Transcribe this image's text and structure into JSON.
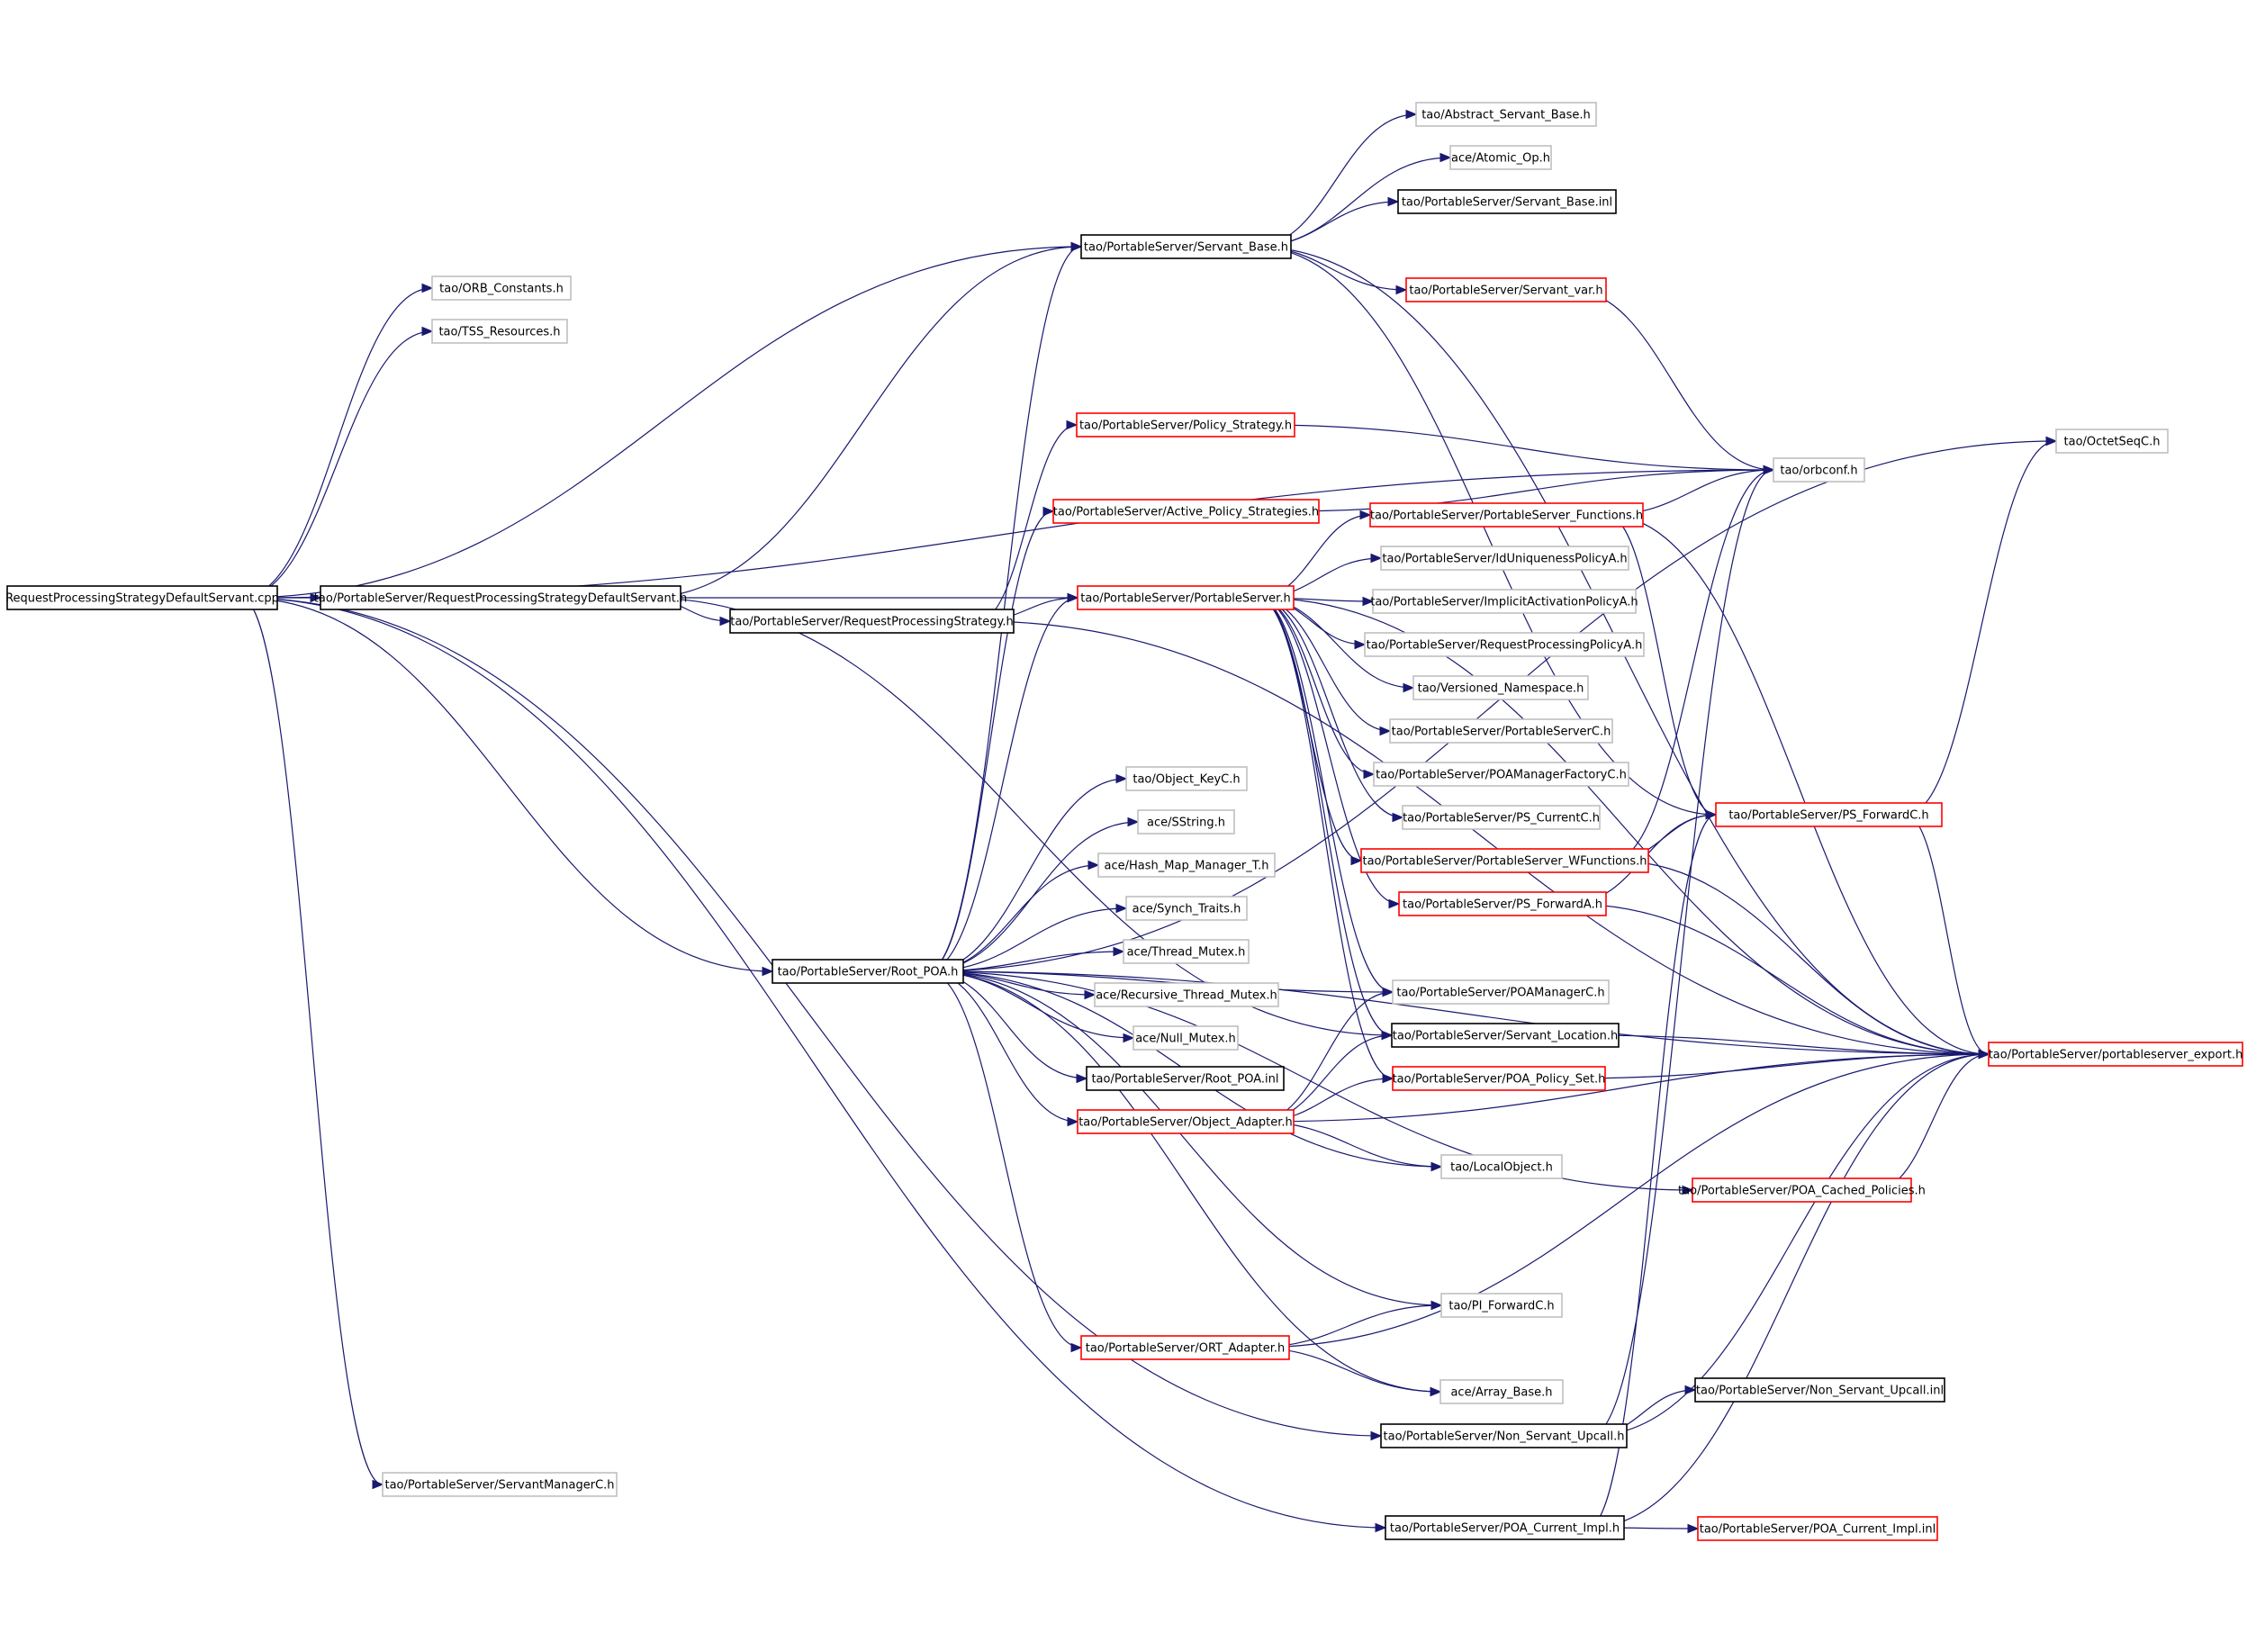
{
  "graph": {
    "colors": {
      "edge": "#191970",
      "highlight_fill": "#bfbfbf",
      "border": {
        "black": "#000000",
        "gray": "#bfbfbf",
        "red": "#ff0000"
      }
    },
    "nodes": [
      {
        "id": "root",
        "label": "RequestProcessingStrategyDefaultServant.cpp",
        "style": "highlight"
      },
      {
        "id": "rpsds",
        "label": "tao/PortableServer/RequestProcessingStrategyDefaultServant.h",
        "style": "black"
      },
      {
        "id": "rps",
        "label": "tao/PortableServer/RequestProcessingStrategy.h",
        "style": "black"
      },
      {
        "id": "orbconst",
        "label": "tao/ORB_Constants.h",
        "style": "gray"
      },
      {
        "id": "tss",
        "label": "tao/TSS_Resources.h",
        "style": "gray"
      },
      {
        "id": "smc",
        "label": "tao/PortableServer/ServantManagerC.h",
        "style": "gray"
      },
      {
        "id": "sb",
        "label": "tao/PortableServer/Servant_Base.h",
        "style": "black"
      },
      {
        "id": "asb",
        "label": "tao/Abstract_Servant_Base.h",
        "style": "gray"
      },
      {
        "id": "aop",
        "label": "ace/Atomic_Op.h",
        "style": "gray"
      },
      {
        "id": "sbinl",
        "label": "tao/PortableServer/Servant_Base.inl",
        "style": "black"
      },
      {
        "id": "svar",
        "label": "tao/PortableServer/Servant_var.h",
        "style": "red"
      },
      {
        "id": "pstrat",
        "label": "tao/PortableServer/Policy_Strategy.h",
        "style": "red"
      },
      {
        "id": "apstrat",
        "label": "tao/PortableServer/Active_Policy_Strategies.h",
        "style": "red"
      },
      {
        "id": "ps",
        "label": "tao/PortableServer/PortableServer.h",
        "style": "red"
      },
      {
        "id": "rootpoa",
        "label": "tao/PortableServer/Root_POA.h",
        "style": "black"
      },
      {
        "id": "psfunc",
        "label": "tao/PortableServer/PortableServer_Functions.h",
        "style": "red"
      },
      {
        "id": "iduniq",
        "label": "tao/PortableServer/IdUniquenessPolicyA.h",
        "style": "gray"
      },
      {
        "id": "implact",
        "label": "tao/PortableServer/ImplicitActivationPolicyA.h",
        "style": "gray"
      },
      {
        "id": "reqproc",
        "label": "tao/PortableServer/RequestProcessingPolicyA.h",
        "style": "gray"
      },
      {
        "id": "vns",
        "label": "tao/Versioned_Namespace.h",
        "style": "gray"
      },
      {
        "id": "psc",
        "label": "tao/PortableServer/PortableServerC.h",
        "style": "gray"
      },
      {
        "id": "poamfc",
        "label": "tao/PortableServer/POAManagerFactoryC.h",
        "style": "gray"
      },
      {
        "id": "pscur",
        "label": "tao/PortableServer/PS_CurrentC.h",
        "style": "gray"
      },
      {
        "id": "pswf",
        "label": "tao/PortableServer/PortableServer_WFunctions.h",
        "style": "red"
      },
      {
        "id": "psfa",
        "label": "tao/PortableServer/PS_ForwardA.h",
        "style": "red"
      },
      {
        "id": "poamc",
        "label": "tao/PortableServer/POAManagerC.h",
        "style": "gray"
      },
      {
        "id": "sloc",
        "label": "tao/PortableServer/Servant_Location.h",
        "style": "black"
      },
      {
        "id": "pps",
        "label": "tao/PortableServer/POA_Policy_Set.h",
        "style": "red"
      },
      {
        "id": "oa",
        "label": "tao/PortableServer/Object_Adapter.h",
        "style": "red"
      },
      {
        "id": "okc",
        "label": "tao/Object_KeyC.h",
        "style": "gray"
      },
      {
        "id": "sstr",
        "label": "ace/SString.h",
        "style": "gray"
      },
      {
        "id": "hmm",
        "label": "ace/Hash_Map_Manager_T.h",
        "style": "gray"
      },
      {
        "id": "synch",
        "label": "ace/Synch_Traits.h",
        "style": "gray"
      },
      {
        "id": "tmx",
        "label": "ace/Thread_Mutex.h",
        "style": "gray"
      },
      {
        "id": "rtmx",
        "label": "ace/Recursive_Thread_Mutex.h",
        "style": "gray"
      },
      {
        "id": "nmx",
        "label": "ace/Null_Mutex.h",
        "style": "gray"
      },
      {
        "id": "rpoainl",
        "label": "tao/PortableServer/Root_POA.inl",
        "style": "black"
      },
      {
        "id": "ortad",
        "label": "tao/PortableServer/ORT_Adapter.h",
        "style": "red"
      },
      {
        "id": "orbconf",
        "label": "tao/orbconf.h",
        "style": "gray"
      },
      {
        "id": "octet",
        "label": "tao/OctetSeqC.h",
        "style": "gray"
      },
      {
        "id": "psfc",
        "label": "tao/PortableServer/PS_ForwardC.h",
        "style": "red"
      },
      {
        "id": "pexp",
        "label": "tao/PortableServer/portableserver_export.h",
        "style": "red"
      },
      {
        "id": "lobj",
        "label": "tao/LocalObject.h",
        "style": "gray"
      },
      {
        "id": "pcp",
        "label": "tao/PortableServer/POA_Cached_Policies.h",
        "style": "red"
      },
      {
        "id": "pifc",
        "label": "tao/PI_ForwardC.h",
        "style": "gray"
      },
      {
        "id": "arrb",
        "label": "ace/Array_Base.h",
        "style": "gray"
      },
      {
        "id": "nsu",
        "label": "tao/PortableServer/Non_Servant_Upcall.h",
        "style": "black"
      },
      {
        "id": "nsuinl",
        "label": "tao/PortableServer/Non_Servant_Upcall.inl",
        "style": "black"
      },
      {
        "id": "pci",
        "label": "tao/PortableServer/POA_Current_Impl.h",
        "style": "black"
      },
      {
        "id": "pciinl",
        "label": "tao/PortableServer/POA_Current_Impl.inl",
        "style": "red"
      }
    ],
    "edges": [
      [
        "root",
        "rpsds"
      ],
      [
        "root",
        "orbconst"
      ],
      [
        "root",
        "tss"
      ],
      [
        "root",
        "sb"
      ],
      [
        "root",
        "orbconf"
      ],
      [
        "root",
        "rootpoa"
      ],
      [
        "root",
        "nsu"
      ],
      [
        "root",
        "smc"
      ],
      [
        "root",
        "pci"
      ],
      [
        "rpsds",
        "rps"
      ],
      [
        "rpsds",
        "sb"
      ],
      [
        "rpsds",
        "ps"
      ],
      [
        "rpsds",
        "sloc"
      ],
      [
        "rps",
        "ps"
      ],
      [
        "rps",
        "pstrat"
      ],
      [
        "rps",
        "pexp"
      ],
      [
        "sb",
        "asb"
      ],
      [
        "sb",
        "aop"
      ],
      [
        "sb",
        "sbinl"
      ],
      [
        "sb",
        "svar"
      ],
      [
        "sb",
        "pexp"
      ],
      [
        "sb",
        "psfc"
      ],
      [
        "svar",
        "orbconf"
      ],
      [
        "pstrat",
        "orbconf"
      ],
      [
        "apstrat",
        "orbconf"
      ],
      [
        "ps",
        "psfunc"
      ],
      [
        "ps",
        "iduniq"
      ],
      [
        "ps",
        "implact"
      ],
      [
        "ps",
        "reqproc"
      ],
      [
        "ps",
        "vns"
      ],
      [
        "ps",
        "psc"
      ],
      [
        "ps",
        "poamfc"
      ],
      [
        "ps",
        "pscur"
      ],
      [
        "ps",
        "pswf"
      ],
      [
        "ps",
        "psfa"
      ],
      [
        "ps",
        "poamc"
      ],
      [
        "ps",
        "sloc"
      ],
      [
        "ps",
        "pps"
      ],
      [
        "ps",
        "pexp"
      ],
      [
        "psfunc",
        "psfc"
      ],
      [
        "psfunc",
        "orbconf"
      ],
      [
        "psfunc",
        "pexp"
      ],
      [
        "pswf",
        "psfc"
      ],
      [
        "pswf",
        "orbconf"
      ],
      [
        "pswf",
        "pexp"
      ],
      [
        "psfa",
        "psfc"
      ],
      [
        "psfa",
        "pexp"
      ],
      [
        "psfc",
        "octet"
      ],
      [
        "psfc",
        "pexp"
      ],
      [
        "sloc",
        "pexp"
      ],
      [
        "pps",
        "pexp"
      ],
      [
        "oa",
        "poamc"
      ],
      [
        "oa",
        "sloc"
      ],
      [
        "oa",
        "pps"
      ],
      [
        "oa",
        "lobj"
      ],
      [
        "oa",
        "pexp"
      ],
      [
        "pcp",
        "pexp"
      ],
      [
        "ortad",
        "pifc"
      ],
      [
        "ortad",
        "arrb"
      ],
      [
        "ortad",
        "pexp"
      ],
      [
        "nsu",
        "nsuinl"
      ],
      [
        "nsu",
        "orbconf"
      ],
      [
        "nsu",
        "pexp"
      ],
      [
        "pci",
        "pciinl"
      ],
      [
        "pci",
        "psfc"
      ],
      [
        "pci",
        "pexp"
      ],
      [
        "rootpoa",
        "sb"
      ],
      [
        "rootpoa",
        "apstrat"
      ],
      [
        "rootpoa",
        "ps"
      ],
      [
        "rootpoa",
        "okc"
      ],
      [
        "rootpoa",
        "sstr"
      ],
      [
        "rootpoa",
        "hmm"
      ],
      [
        "rootpoa",
        "synch"
      ],
      [
        "rootpoa",
        "tmx"
      ],
      [
        "rootpoa",
        "rtmx"
      ],
      [
        "rootpoa",
        "nmx"
      ],
      [
        "rootpoa",
        "rpoainl"
      ],
      [
        "rootpoa",
        "oa"
      ],
      [
        "rootpoa",
        "ortad"
      ],
      [
        "rootpoa",
        "lobj"
      ],
      [
        "rootpoa",
        "pcp"
      ],
      [
        "rootpoa",
        "pifc"
      ],
      [
        "rootpoa",
        "arrb"
      ],
      [
        "rootpoa",
        "pexp"
      ],
      [
        "rootpoa",
        "octet"
      ],
      [
        "rootpoa",
        "poamc"
      ]
    ]
  }
}
